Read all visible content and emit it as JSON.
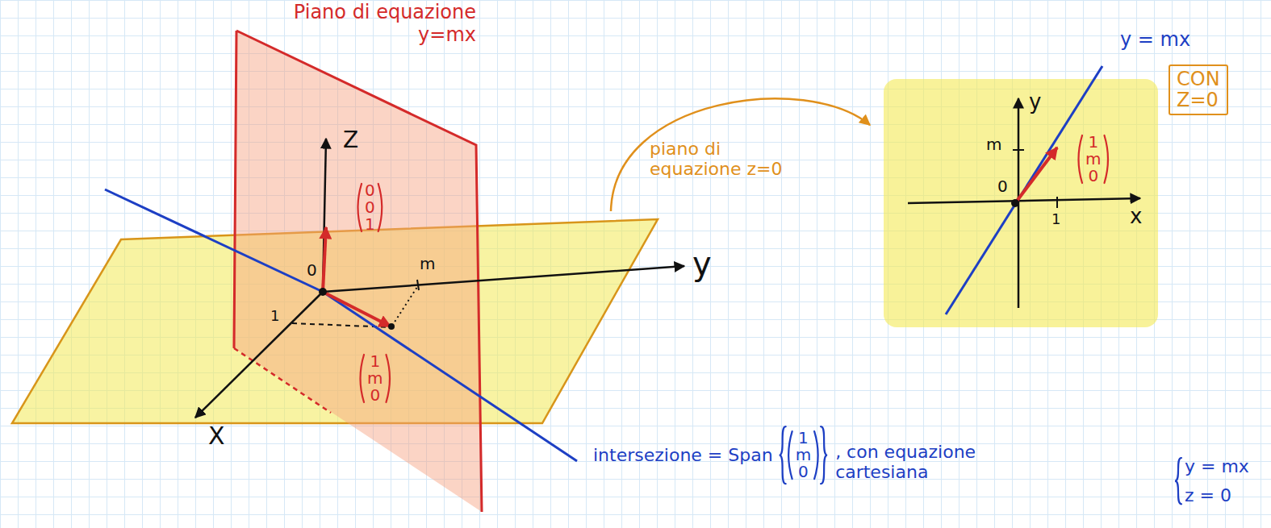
{
  "diagram": {
    "nodes": [
      {
        "text": [
          "CON Z=0"
        ]
      }
    ],
    "labels": [
      "Piano di equazione y=mx",
      "Z",
      "0 0 1",
      "0",
      "m",
      "y",
      "1",
      "1 m 0",
      "X",
      "piano di equazione z=0",
      "y = mx",
      "y",
      "m",
      "0",
      "1",
      "x",
      "1 m 0",
      "intersezione = Span",
      "1 m 0",
      ", con equazione cartesiana",
      "y = mx",
      "z = 0"
    ]
  }
}
